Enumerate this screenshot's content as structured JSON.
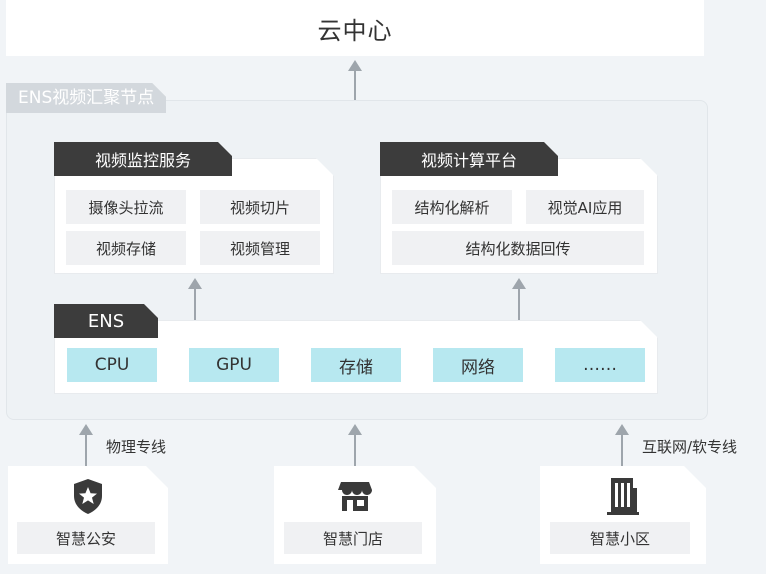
{
  "cloud": {
    "title": "云中心"
  },
  "node": {
    "title": "ENS视频汇聚节点"
  },
  "monitor": {
    "title": "视频监控服务",
    "items": [
      "摄像头拉流",
      "视频切片",
      "视频存储",
      "视频管理"
    ]
  },
  "compute": {
    "title": "视频计算平台",
    "items": [
      "结构化解析",
      "视觉AI应用",
      "结构化数据回传"
    ]
  },
  "ens": {
    "title": "ENS",
    "items": [
      "CPU",
      "GPU",
      "存储",
      "网络",
      "……"
    ]
  },
  "links": {
    "left": "物理专线",
    "right": "互联网/软专线"
  },
  "sites": [
    {
      "label": "智慧公安",
      "icon": "police-badge-icon"
    },
    {
      "label": "智慧门店",
      "icon": "store-icon"
    },
    {
      "label": "智慧小区",
      "icon": "building-icon"
    }
  ]
}
